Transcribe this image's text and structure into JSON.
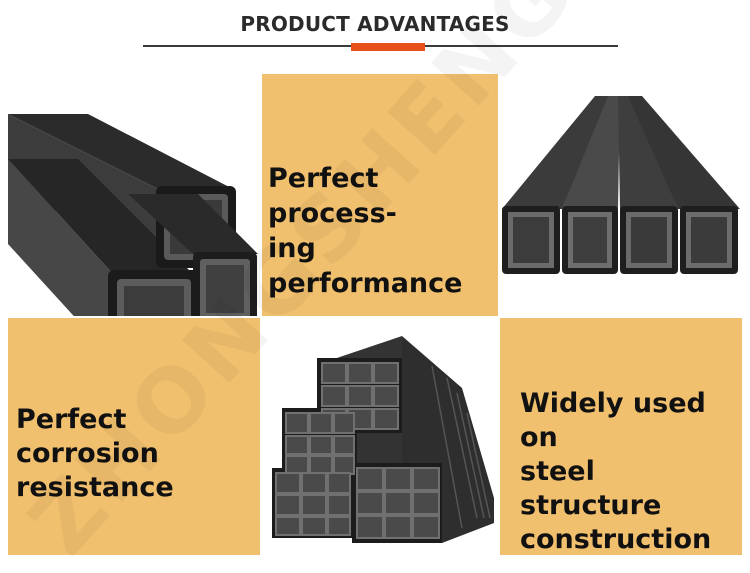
{
  "header": {
    "title": "PRODUCT ADVANTAGES"
  },
  "panels": {
    "processing": {
      "line1": "Perfect process-",
      "line2": "ing performance"
    },
    "corrosion": {
      "line1": "Perfect corrosion",
      "line2": "resistance"
    },
    "construction": {
      "line1": "Widely used on",
      "line2": "steel structure",
      "line3": "construction"
    }
  },
  "watermark": "ZHONGSHENG",
  "colors": {
    "accent": "#e8501c",
    "tan": "#f1c06e",
    "steel": "#3a3a3a"
  },
  "images": {
    "top_left": "two-square-steel-tubes-photo",
    "top_right": "four-square-steel-tubes-photo",
    "bottom_center": "stacked-square-tube-bundle-photo"
  }
}
